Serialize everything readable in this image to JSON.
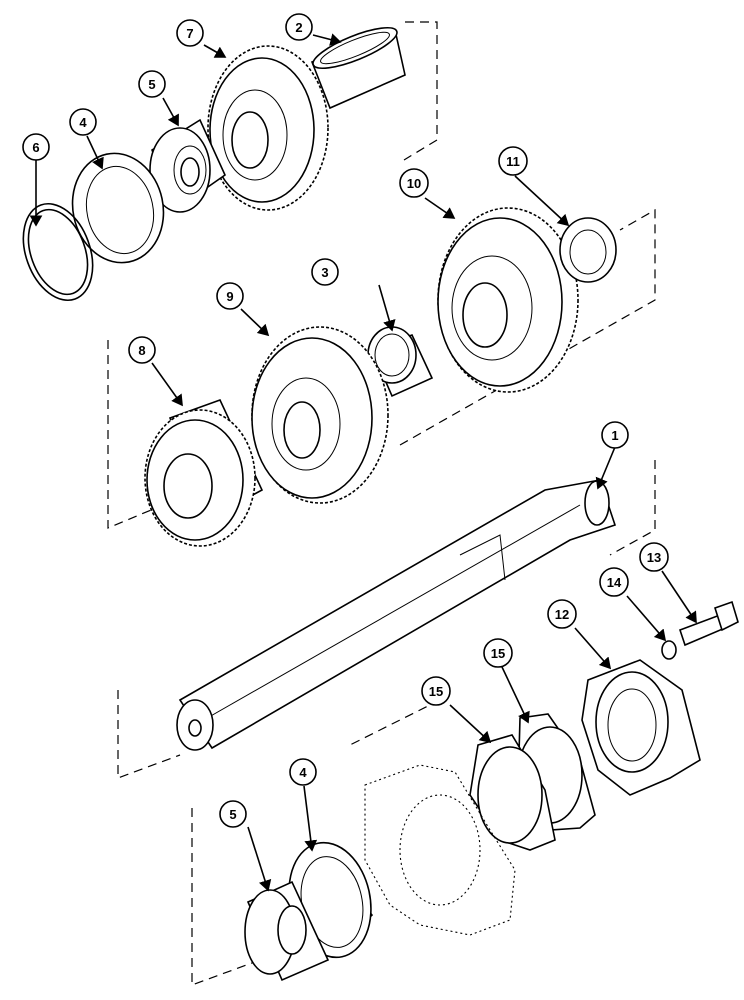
{
  "callouts": {
    "c1": "1",
    "c2": "2",
    "c3": "3",
    "c4a": "4",
    "c4b": "4",
    "c5a": "5",
    "c5b": "5",
    "c6": "6",
    "c7": "7",
    "c8": "8",
    "c9": "9",
    "c10": "10",
    "c11": "11",
    "c12": "12",
    "c13": "13",
    "c14": "14",
    "c15a": "15",
    "c15b": "15"
  }
}
